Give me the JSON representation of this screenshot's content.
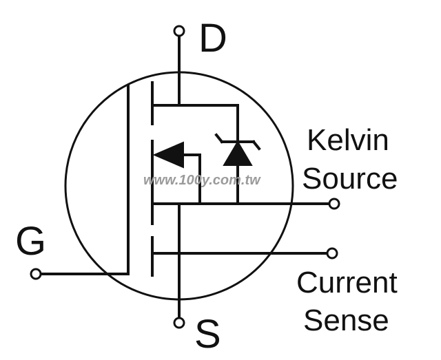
{
  "terminals": {
    "drain": "D",
    "source": "S",
    "gate": "G",
    "kelvin_source": [
      "Kelvin",
      "Source"
    ],
    "current_sense": [
      "Current",
      "Sense"
    ]
  },
  "watermark": "www.100y.com.tw"
}
